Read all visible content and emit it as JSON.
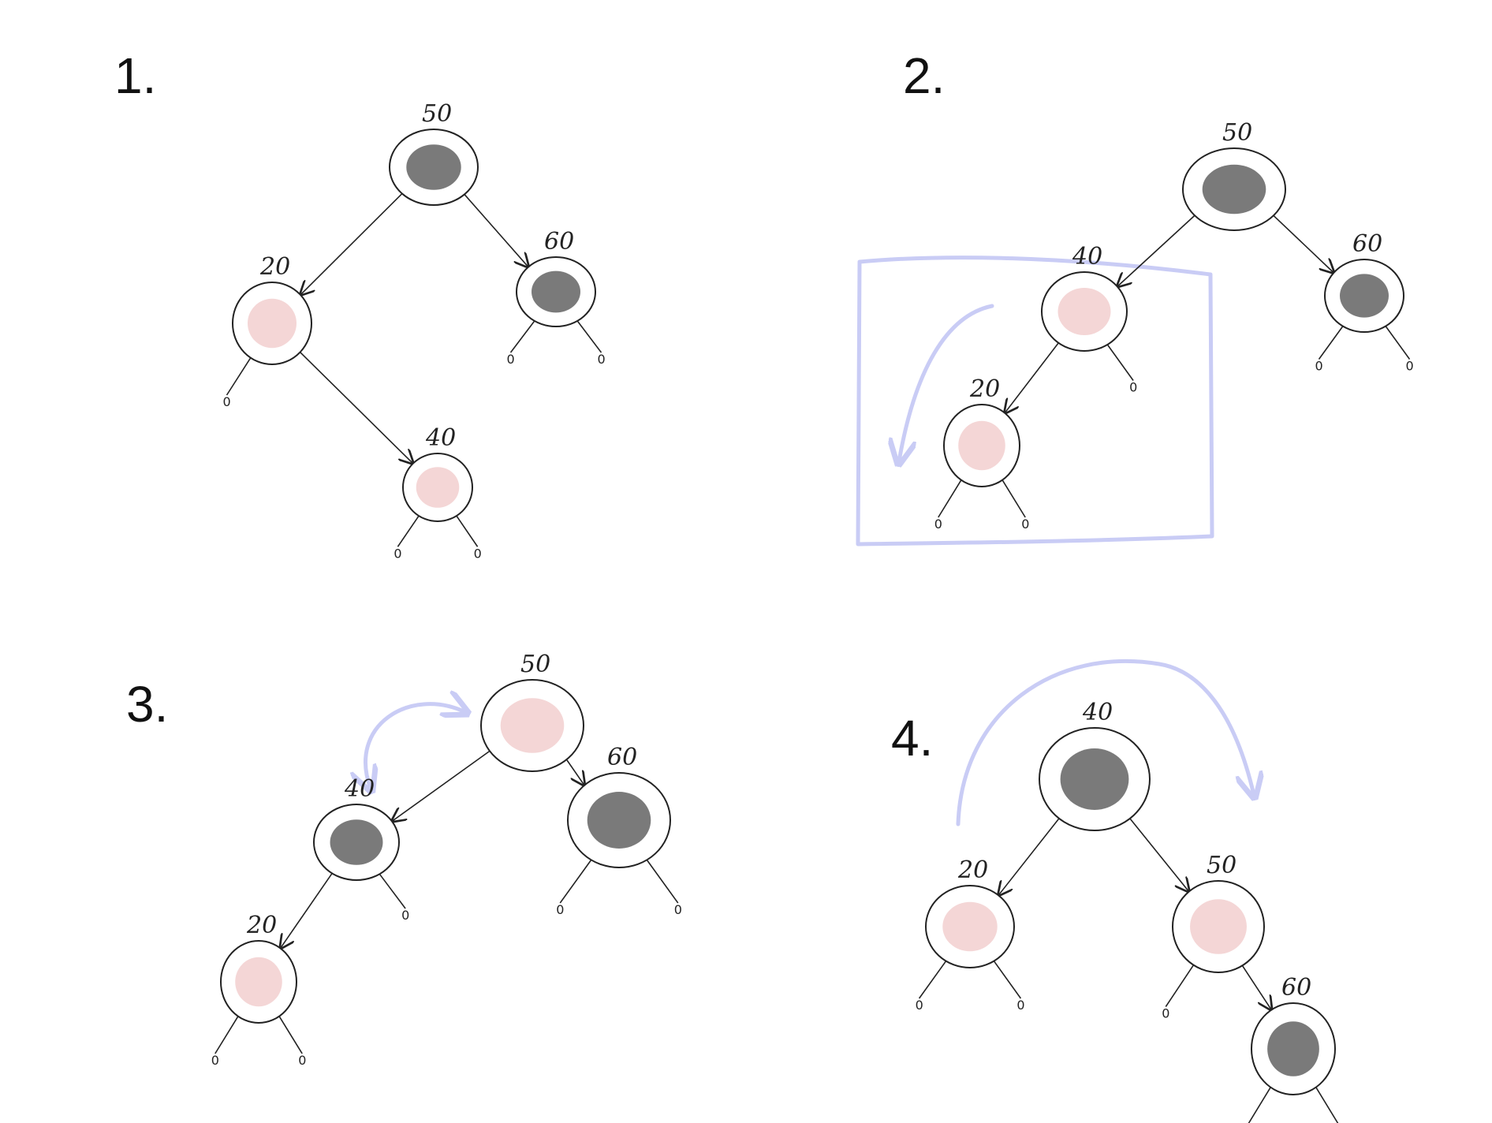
{
  "colors": {
    "black_node": "#7a7a7a",
    "red_node": "#f4d6d6",
    "annotation": "#c9ccf5",
    "ink": "#222222"
  },
  "nil_label": "0",
  "panels": [
    {
      "label": "1.",
      "nodes": [
        {
          "key": "50",
          "value": "50",
          "color": "black"
        },
        {
          "key": "20",
          "value": "20",
          "color": "red"
        },
        {
          "key": "60",
          "value": "60",
          "color": "black"
        },
        {
          "key": "40",
          "value": "40",
          "color": "red"
        }
      ],
      "edges": [
        {
          "from": "50",
          "to": "20"
        },
        {
          "from": "50",
          "to": "60"
        },
        {
          "from": "20",
          "to": "40"
        }
      ]
    },
    {
      "label": "2.",
      "nodes": [
        {
          "key": "50",
          "value": "50",
          "color": "black"
        },
        {
          "key": "40",
          "value": "40",
          "color": "red"
        },
        {
          "key": "60",
          "value": "60",
          "color": "black"
        },
        {
          "key": "20",
          "value": "20",
          "color": "red"
        }
      ],
      "edges": [
        {
          "from": "50",
          "to": "40"
        },
        {
          "from": "50",
          "to": "60"
        },
        {
          "from": "40",
          "to": "20"
        }
      ]
    },
    {
      "label": "3.",
      "nodes": [
        {
          "key": "50",
          "value": "50",
          "color": "red"
        },
        {
          "key": "40",
          "value": "40",
          "color": "black"
        },
        {
          "key": "60",
          "value": "60",
          "color": "black"
        },
        {
          "key": "20",
          "value": "20",
          "color": "red"
        }
      ],
      "edges": [
        {
          "from": "50",
          "to": "40"
        },
        {
          "from": "50",
          "to": "60"
        },
        {
          "from": "40",
          "to": "20"
        }
      ]
    },
    {
      "label": "4.",
      "nodes": [
        {
          "key": "40",
          "value": "40",
          "color": "black"
        },
        {
          "key": "20",
          "value": "20",
          "color": "red"
        },
        {
          "key": "50",
          "value": "50",
          "color": "red"
        },
        {
          "key": "60",
          "value": "60",
          "color": "black"
        }
      ],
      "edges": [
        {
          "from": "40",
          "to": "20"
        },
        {
          "from": "40",
          "to": "50"
        },
        {
          "from": "50",
          "to": "60"
        }
      ]
    }
  ]
}
